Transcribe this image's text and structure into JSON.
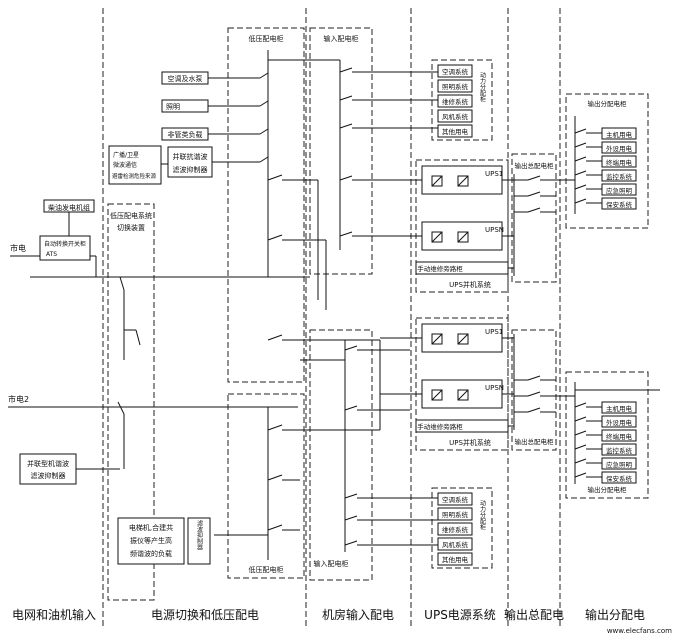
{
  "zones": {
    "grid_genset_input": "电网和油机输入",
    "switch_lowvoltage": "电源切换和低压配电",
    "room_input": "机房输入配电",
    "ups_system": "UPS电源系统",
    "output_main": "输出总配电",
    "output_branch": "输出分配电"
  },
  "left": {
    "genset": "柴油发电机组",
    "mains1": "市电",
    "mains2": "市电2",
    "ats_l1": "自动转换开关柜",
    "ats_l2": "ATS",
    "filter_l1": "并联型机谐波",
    "filter_l2": "滤波抑制器",
    "broadcast_l1": "广播/卫星",
    "broadcast_l2": "微波通信",
    "broadcast_l3": "避雷检测危险来源"
  },
  "lv": {
    "cabinet_top": "低压配电柜",
    "cabinet_bottom": "低压配电柜",
    "switch_l1": "低压配电系统",
    "switch_l2": "切换装置",
    "loads": [
      "空调及水泵",
      "照明",
      "非管类负载"
    ],
    "harmonic_l1": "并联抗谐波",
    "harmonic_l2": "滤波抑制器",
    "elevator_l1": "电梯机,合建共",
    "elevator_l2": "振仪等产生高",
    "elevator_l3": "频谐波的负载",
    "elevator_vert": "滤波抑制器"
  },
  "room": {
    "cabinet_top": "输入配电柜",
    "cabinet_bottom": "输入配电柜",
    "sys_top": [
      "空调系统",
      "照明系统",
      "维修系统",
      "风机系统",
      "其他用电"
    ],
    "sys_bottom": [
      "空调系统",
      "照明系统",
      "维修系统",
      "风机系统",
      "其他用电"
    ],
    "vert_top": "动力分配柜",
    "vert_bottom": "动力分配柜"
  },
  "ups": {
    "upsa1": "UPS1",
    "upsan": "UPSN",
    "upsb1": "UPS1",
    "upsbn": "UPSN",
    "bypass_a": "手动维修旁路柜",
    "bypass_b": "手动维修旁路柜",
    "sys_a": "UPS并机系统",
    "sys_b": "UPS并机系统"
  },
  "out": {
    "main_top": "输出总配电柜",
    "main_bottom": "输出总配电柜",
    "branch_top": "输出分配电柜",
    "branch_bottom": "输出分配电柜",
    "items_top": [
      "主机用电",
      "外设用电",
      "终端用电",
      "监控系统",
      "应急照明",
      "保安系统"
    ],
    "items_bottom": [
      "主机用电",
      "外设用电",
      "终端用电",
      "监控系统",
      "应急照明",
      "保安系统"
    ]
  },
  "watermark": "www.elecfans.com"
}
